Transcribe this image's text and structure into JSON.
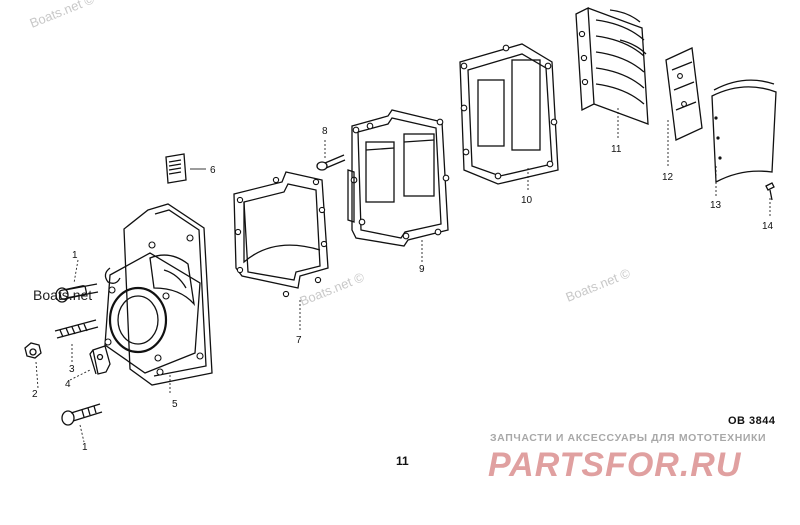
{
  "callouts": {
    "c1_top": "1",
    "c1_bottom": "1",
    "c2": "2",
    "c3": "3",
    "c4": "4",
    "c5": "5",
    "c6": "6",
    "c7": "7",
    "c8": "8",
    "c9": "9",
    "c10": "10",
    "c11": "11",
    "c12": "12",
    "c13": "13",
    "c14": "14"
  },
  "watermarks": {
    "top": "Boats.net ©",
    "left": "Boats.net",
    "center": "Boats.net ©",
    "right": "Boats.net ©"
  },
  "reference_code": "OB 3844",
  "page_number": "11",
  "brand": {
    "tagline": "ЗАПЧАСТИ И АКСЕССУАРЫ ДЛЯ МОТОТЕХНИКИ",
    "logo": "PARTSFOR.RU",
    "color": "#e0a0a0"
  }
}
